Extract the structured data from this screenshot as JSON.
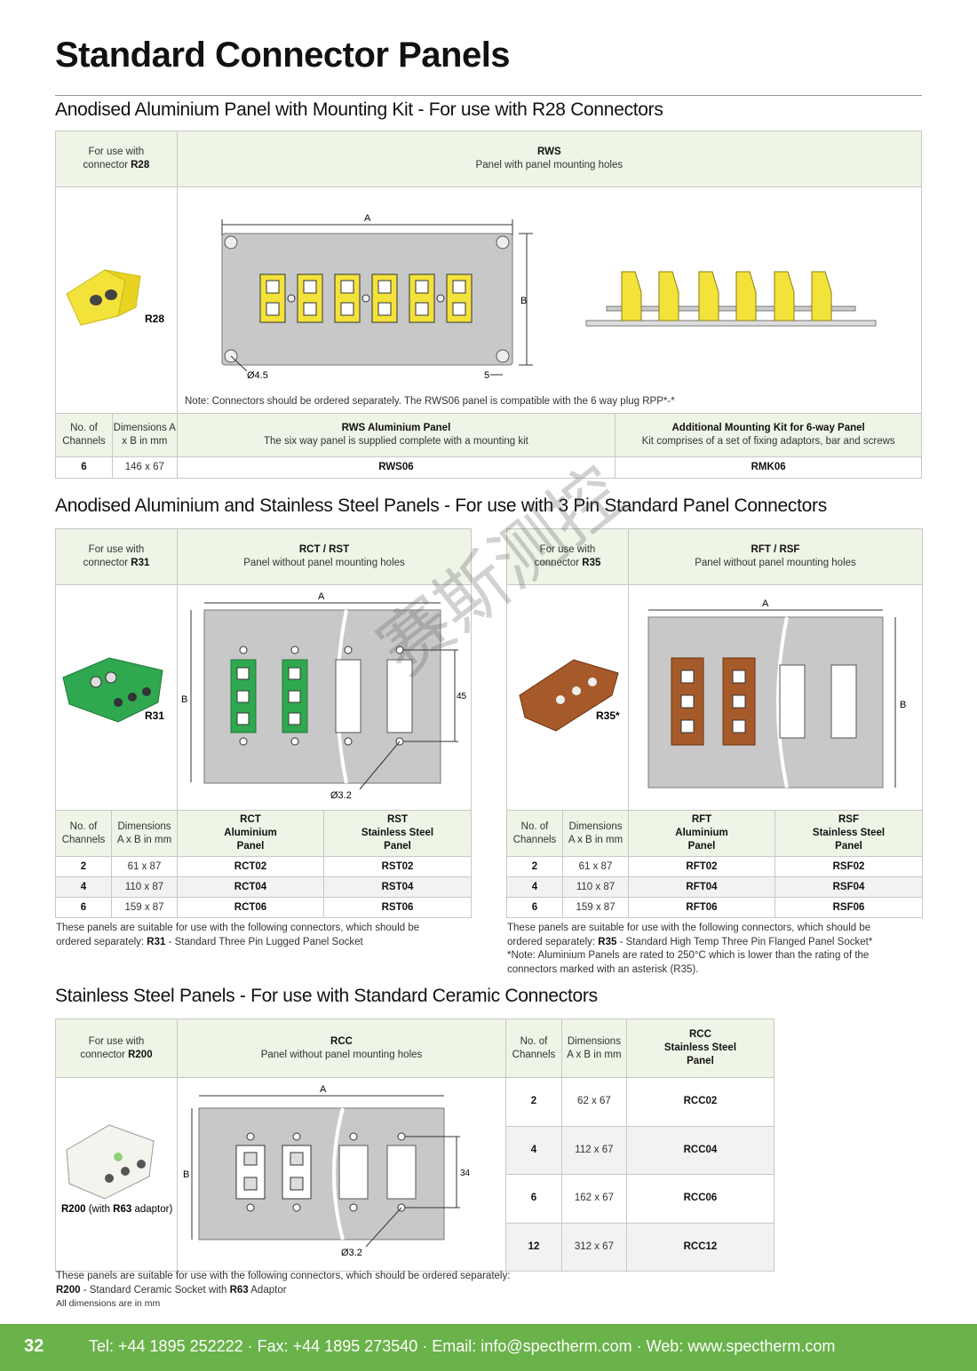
{
  "page": {
    "title": "Standard Connector Panels",
    "number": "32",
    "footer": "Tel: +44 1895 252222 · Fax: +44 1895 273540 · Email: info@spectherm.com · Web: www.spectherm.com"
  },
  "s1": {
    "heading": "Anodised Aluminium Panel with Mounting Kit - For use with R28 Connectors",
    "for_use": "For use with",
    "connector_pre": "connector ",
    "connector": "R28",
    "panel_code": "RWS",
    "panel_desc": "Panel with panel mounting holes",
    "img_label": "R28",
    "dim_a": "A",
    "dim_b": "B",
    "hole": "Ø4.5",
    "edge": "5",
    "note": "Note: Connectors should be ordered separately. The RWS06 panel is compatible with the 6 way plug RPP*-*",
    "col_channels": "No. of Channels",
    "col_dims": "Dimensions A x B in mm",
    "col3_title": "RWS Aluminium Panel",
    "col3_sub": "The six way panel is supplied complete with a mounting kit",
    "col4_title": "Additional Mounting Kit for 6-way Panel",
    "col4_sub": "Kit comprises of a set of fixing adaptors, bar and screws",
    "row": {
      "ch": "6",
      "dim": "146 x 67",
      "p1": "RWS06",
      "p2": "RMK06"
    }
  },
  "s2": {
    "heading": "Anodised Aluminium and Stainless Steel Panels - For use with 3 Pin Standard Panel Connectors",
    "left": {
      "for_use": "For use with",
      "connector_pre": "connector ",
      "connector": "R31",
      "panel_code": "RCT / RST",
      "panel_desc": "Panel without panel mounting holes",
      "img_label": "R31",
      "dim_a": "A",
      "dim_b": "B",
      "dim_45": "45",
      "hole": "Ø3.2",
      "col_channels": "No. of Channels",
      "col_dims": "Dimensions A x B in mm",
      "c3": [
        "RCT",
        "Aluminium",
        "Panel"
      ],
      "c4": [
        "RST",
        "Stainless Steel",
        "Panel"
      ],
      "rows": [
        {
          "ch": "2",
          "dim": "61 x 87",
          "a": "RCT02",
          "b": "RST02"
        },
        {
          "ch": "4",
          "dim": "110 x 87",
          "a": "RCT04",
          "b": "RST04"
        },
        {
          "ch": "6",
          "dim": "159 x 87",
          "a": "RCT06",
          "b": "RST06"
        }
      ],
      "note1": "These panels are suitable for use with the following connectors, which should be",
      "note2_pre": "ordered separately: ",
      "note2_code": "R31",
      "note2_post": " - Standard Three Pin Lugged Panel Socket"
    },
    "right": {
      "for_use": "For use with",
      "connector_pre": "connector ",
      "connector": "R35",
      "panel_code": "RFT / RSF",
      "panel_desc": "Panel without panel mounting holes",
      "img_label": "R35*",
      "dim_a": "A",
      "dim_b": "B",
      "col_channels": "No. of Channels",
      "col_dims": "Dimensions A x B in mm",
      "c3": [
        "RFT",
        "Aluminium",
        "Panel"
      ],
      "c4": [
        "RSF",
        "Stainless Steel",
        "Panel"
      ],
      "rows": [
        {
          "ch": "2",
          "dim": "61 x 87",
          "a": "RFT02",
          "b": "RSF02"
        },
        {
          "ch": "4",
          "dim": "110 x 87",
          "a": "RFT04",
          "b": "RSF04"
        },
        {
          "ch": "6",
          "dim": "159 x 87",
          "a": "RFT06",
          "b": "RSF06"
        }
      ],
      "note1": "These panels are suitable for use with the following connectors, which should be",
      "note2_pre": "ordered separately: ",
      "note2_code": "R35",
      "note2_post": " - Standard High Temp Three Pin Flanged Panel Socket*",
      "note3": "*Note: Aluminium Panels are rated to 250°C which is lower than the rating of the",
      "note4": "connectors marked with an asterisk (R35)."
    }
  },
  "s3": {
    "heading": "Stainless Steel Panels - For use with Standard Ceramic Connectors",
    "for_use": "For use with",
    "connector_pre": "connector ",
    "connector": "R200",
    "panel_code": "RCC",
    "panel_desc": "Panel without panel mounting holes",
    "img_label_a": "R200",
    "img_label_b": " (with ",
    "img_label_c": "R63",
    "img_label_d": " adaptor)",
    "dim_a": "A",
    "dim_b": "B",
    "dim_34": "34",
    "hole": "Ø3.2",
    "col_channels": "No. of Channels",
    "col_dims": "Dimensions A x B in mm",
    "c3": [
      "RCC",
      "Stainless Steel",
      "Panel"
    ],
    "rows": [
      {
        "ch": "2",
        "dim": "62 x 67",
        "code": "RCC02"
      },
      {
        "ch": "4",
        "dim": "112 x 67",
        "code": "RCC04"
      },
      {
        "ch": "6",
        "dim": "162 x 67",
        "code": "RCC06"
      },
      {
        "ch": "12",
        "dim": "312 x 67",
        "code": "RCC12"
      }
    ],
    "note1": "These panels are suitable for use with the following connectors, which should be ordered separately:",
    "note2_code": "R200",
    "note2_mid": " - Standard Ceramic Socket with ",
    "note2_code2": "R63",
    "note2_post": " Adaptor",
    "note3": "All dimensions are in mm"
  },
  "watermark": "赛斯测控",
  "colors": {
    "header_bg": "#eef4e6",
    "footer_bg": "#6ab24a",
    "panel_grey": "#c8c8c8",
    "r28_yellow": "#f3e23a",
    "r31_green": "#2fa84f",
    "r35_brown": "#a65a2a"
  }
}
